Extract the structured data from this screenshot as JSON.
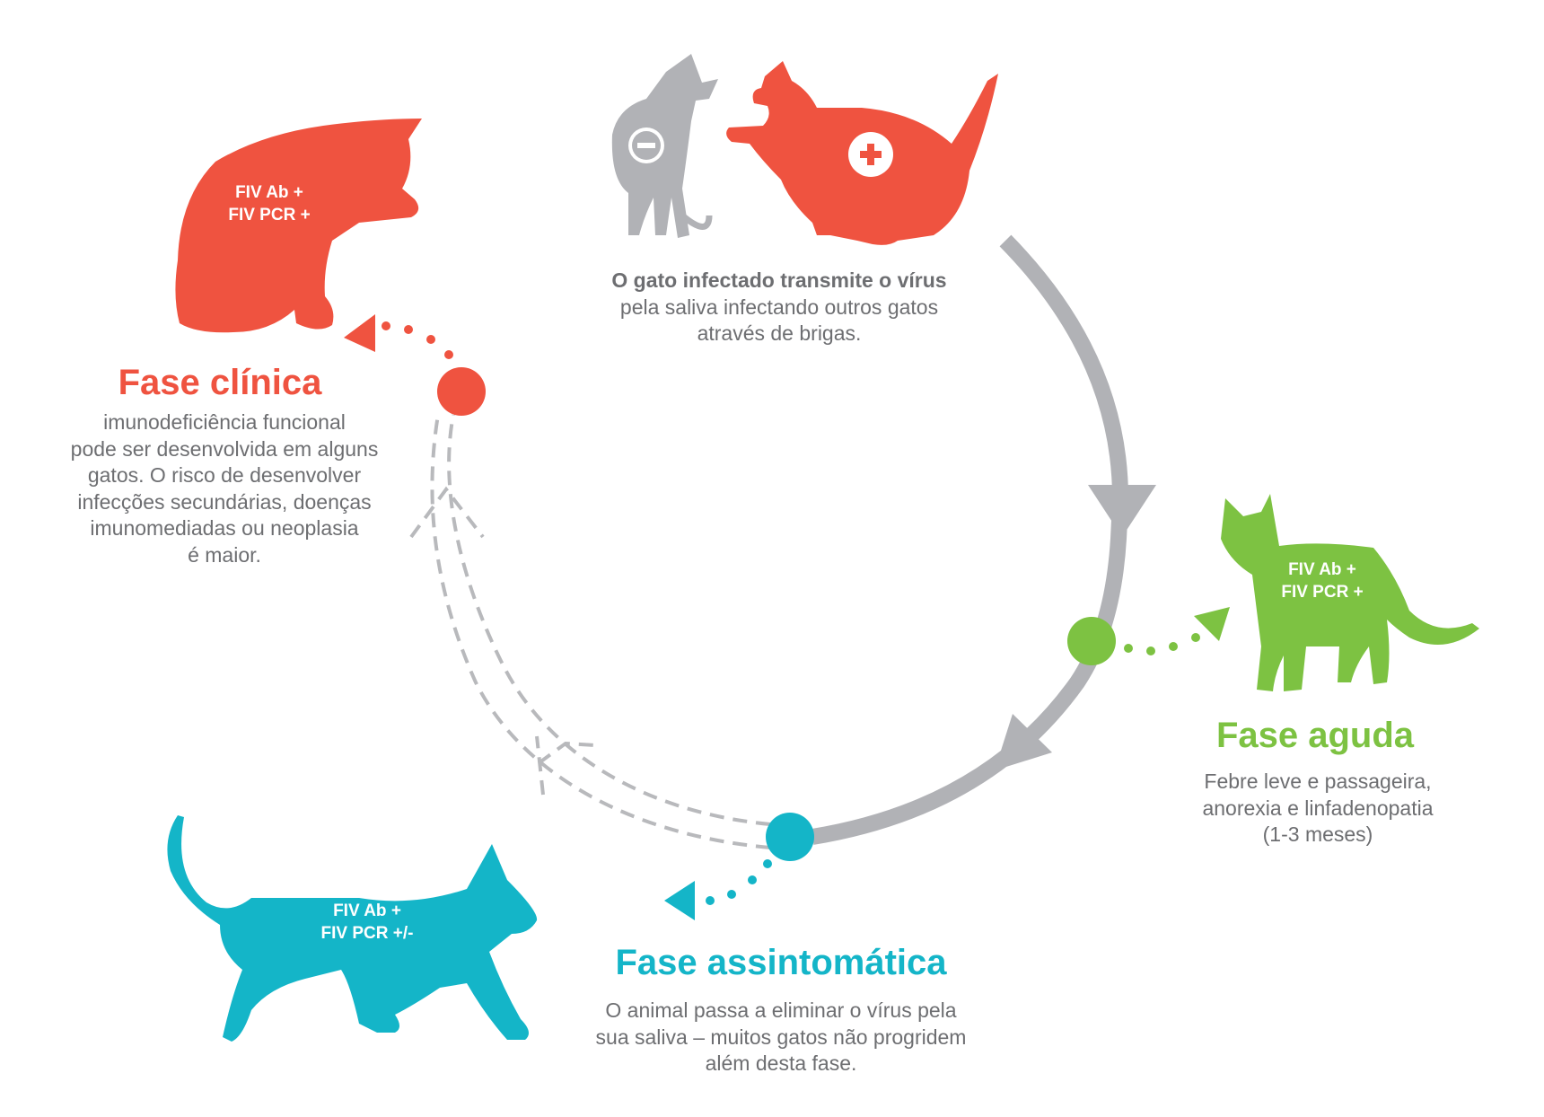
{
  "colors": {
    "clinical": "#ef5340",
    "acute": "#7dc242",
    "asymptomatic": "#14b5c8",
    "cycle": "#b1b2b6",
    "text": "#6d6e71",
    "uninfected": "#b1b2b6"
  },
  "transmission": {
    "bold": "O gato infectado transmite o vírus",
    "line2": "pela saliva infectando outros gatos",
    "line3": "através de brigas.",
    "uninfected_icon": "minus-icon",
    "infected_icon": "plus-icon"
  },
  "acute": {
    "title": "Fase aguda",
    "cat_label_1": "FIV Ab +",
    "cat_label_2": "FIV PCR +",
    "lines": [
      "Febre leve e passageira,",
      "anorexia e linfadenopatia",
      "(1-3 meses)"
    ]
  },
  "asymptomatic": {
    "title": "Fase assintomática",
    "cat_label_1": "FIV Ab +",
    "cat_label_2": "FIV PCR +/-",
    "lines": [
      "O animal passa a eliminar o vírus pela",
      "sua saliva – muitos gatos não progridem",
      "além desta fase."
    ]
  },
  "clinical": {
    "title": "Fase clínica",
    "cat_label_1": "FIV Ab +",
    "cat_label_2": "FIV PCR +",
    "lines": [
      "imunodeficiência funcional",
      "pode ser desenvolvida em alguns",
      "gatos. O risco de desenvolver",
      "infecções secundárias, doenças",
      "imunomediadas ou neoplasia",
      "é maior."
    ]
  }
}
